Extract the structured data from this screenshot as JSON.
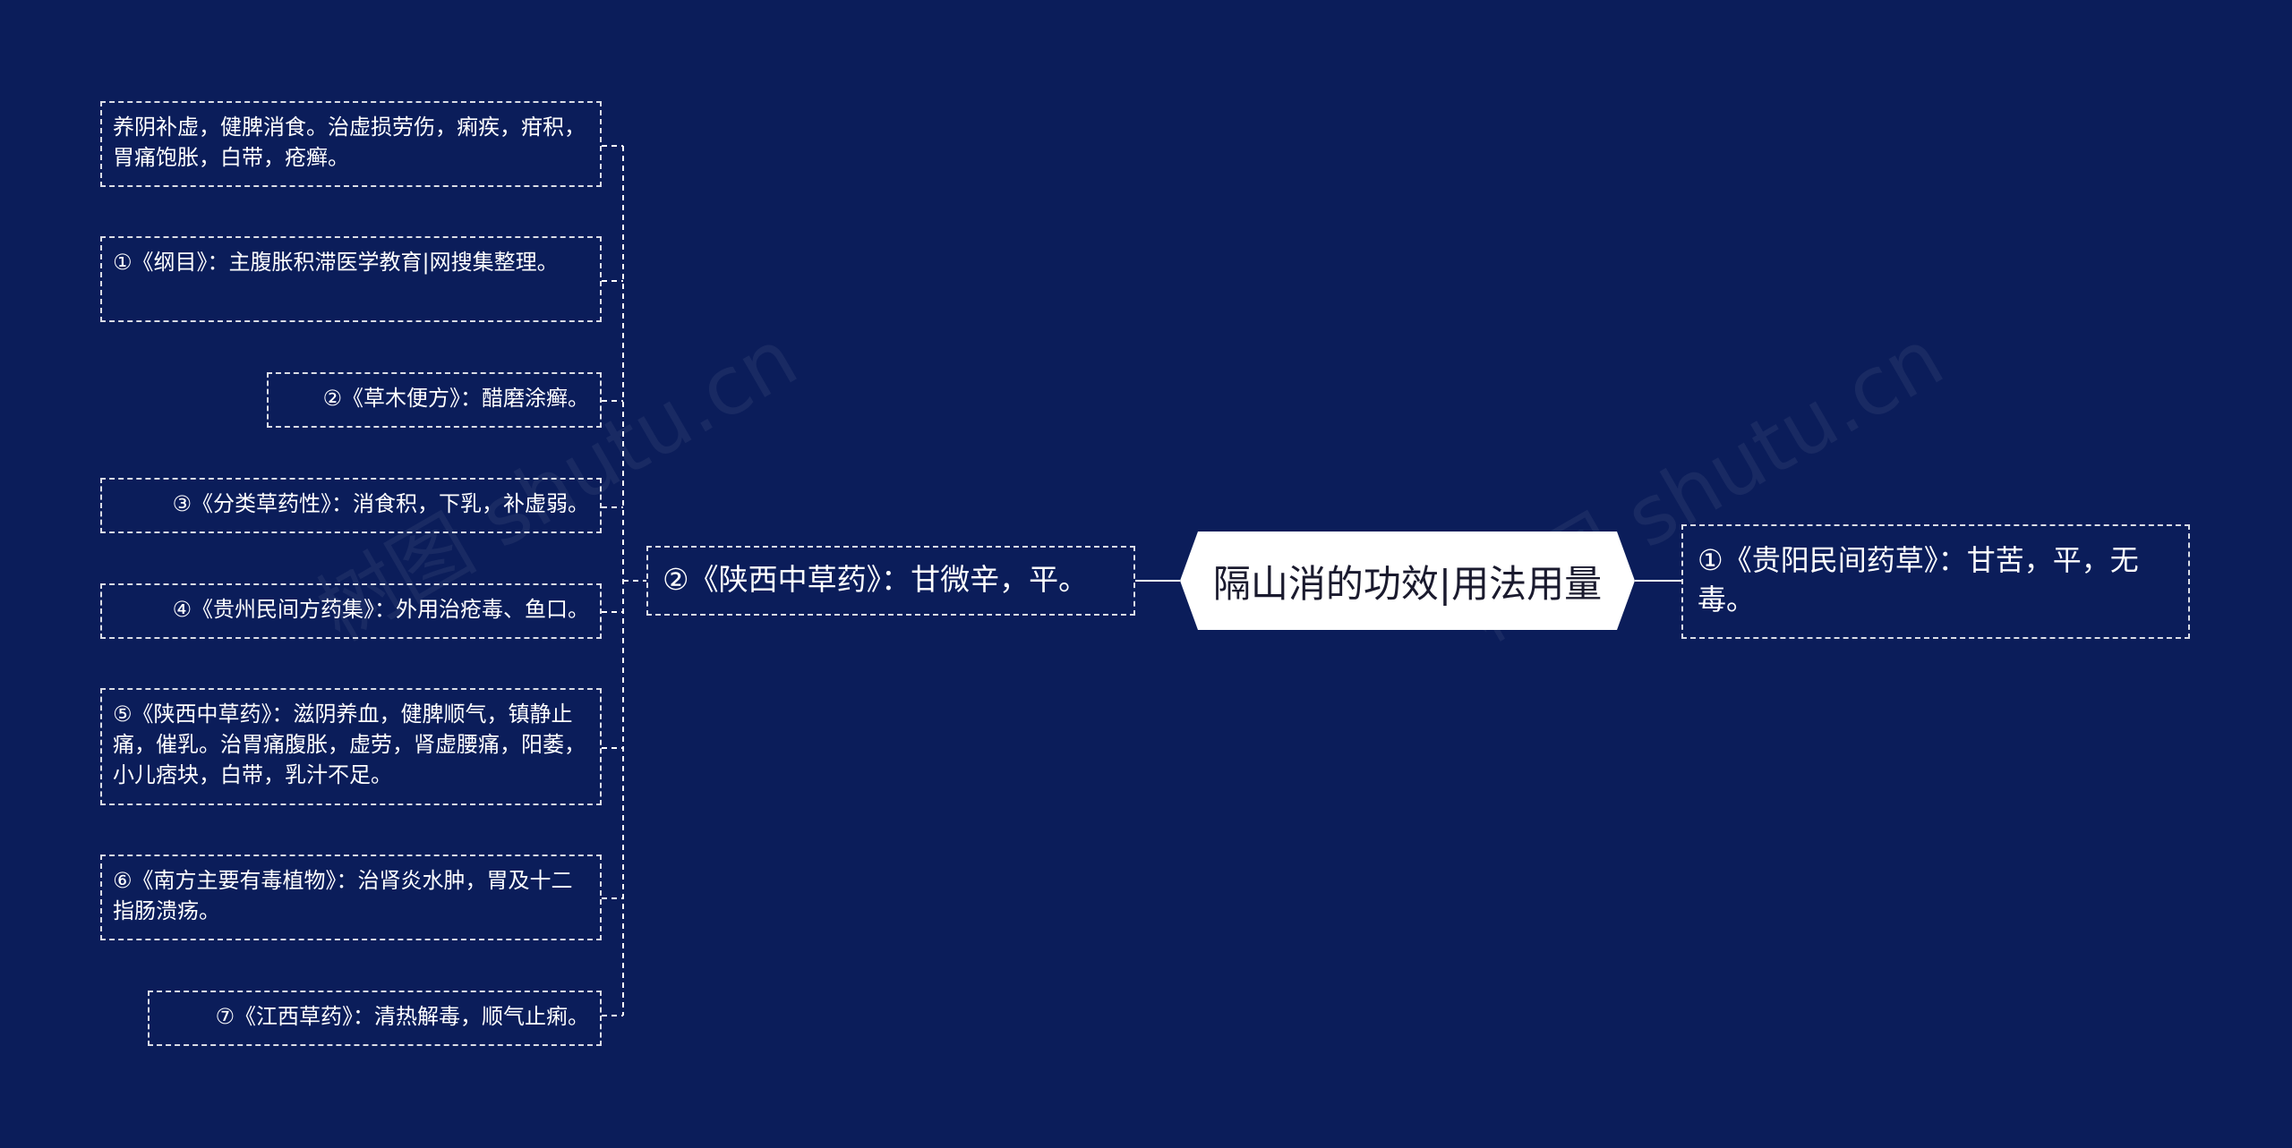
{
  "center": {
    "label": "隔山消的功效|用法用量"
  },
  "middle": {
    "label": "②《陕西中草药》：甘微辛，平。"
  },
  "right": {
    "label": "①《贵阳民间药草》：甘苦，平，无毒。"
  },
  "leaves": [
    {
      "label": "养阴补虚，健脾消食。治虚损劳伤，痢疾，疳积，胃痛饱胀，白带，疮癣。"
    },
    {
      "label": "①《纲目》：主腹胀积滞医学教育|网搜集整理。"
    },
    {
      "label": "②《草木便方》：醋磨涂癣。"
    },
    {
      "label": "③《分类草药性》：消食积，下乳，补虚弱。"
    },
    {
      "label": "④《贵州民间方药集》：外用治疮毒、鱼口。"
    },
    {
      "label": "⑤《陕西中草药》：滋阴养血，健脾顺气，镇静止痛，催乳。治胃痛腹胀，虚劳，肾虚腰痛，阳萎，小儿痞块，白带，乳汁不足。"
    },
    {
      "label": "⑥《南方主要有毒植物》：治肾炎水肿，胃及十二指肠溃疡。"
    },
    {
      "label": "⑦《江西草药》：清热解毒，顺气止痢。"
    }
  ],
  "watermark": "树图 shutu.cn",
  "colors": {
    "background": "#0b1d5a",
    "node_border": "#ffffff",
    "center_fill": "#ffffff",
    "text": "#ffffff"
  }
}
